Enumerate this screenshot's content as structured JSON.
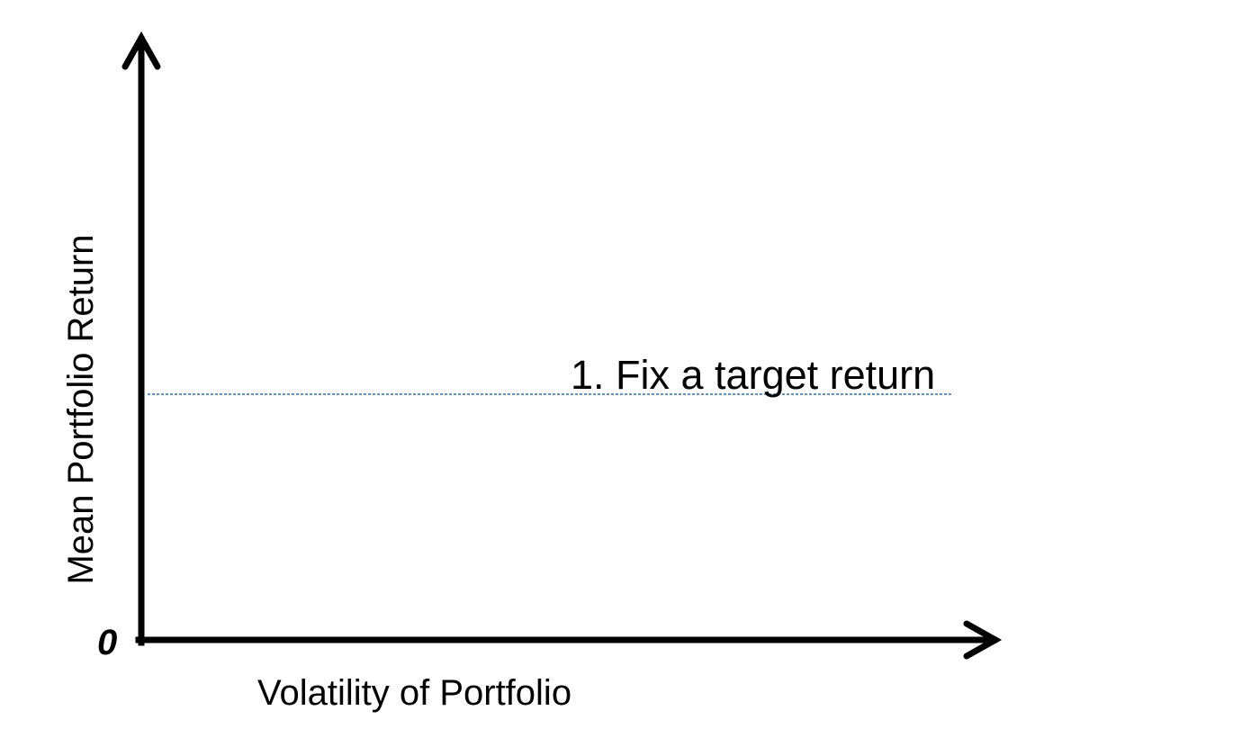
{
  "diagram": {
    "x_axis_label": "Volatility of Portfolio",
    "y_axis_label": "Mean Portfolio Return",
    "origin_label": "0",
    "target_return_label": "1. Fix a target return",
    "axis_color": "#000000",
    "target_line_color": "#2e6db4",
    "target_line_style": "dashed"
  }
}
